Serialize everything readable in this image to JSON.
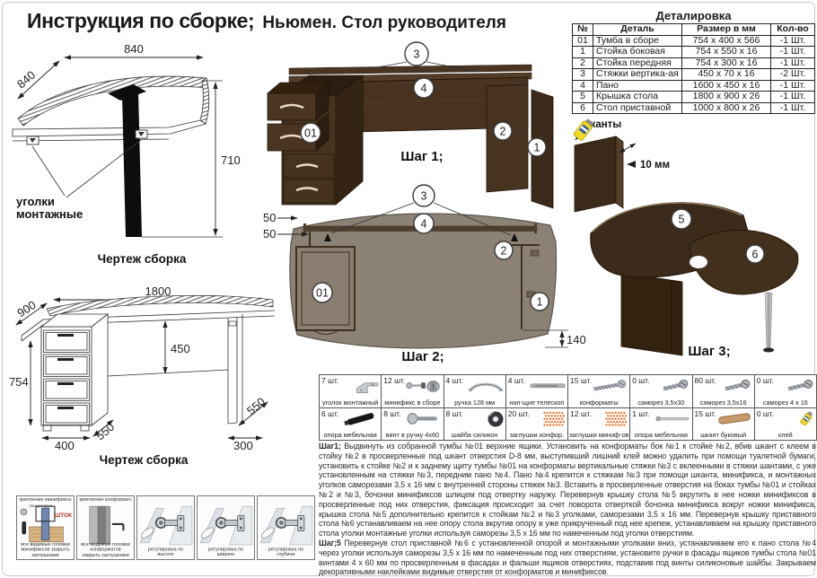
{
  "title": {
    "main": "Инструкция по сборке;",
    "sub": "Ньюмен. Стол руководителя"
  },
  "parts_table": {
    "title": "Деталировка",
    "headers": [
      "№",
      "Деталь",
      "Размер в мм",
      "Кол-во"
    ],
    "rows": [
      [
        "01",
        "Тумба в сборе",
        "754 x 400 x 566",
        "-1 Шт."
      ],
      [
        "1",
        "Стойка боковая",
        "754 x 550 x 16",
        "-1 Шт."
      ],
      [
        "2",
        "Стойка передняя",
        "754 x 300 x 16",
        "-1 Шт."
      ],
      [
        "3",
        "Стяжки вертика-ая",
        "450 x 70 x 16",
        "-2 Шт."
      ],
      [
        "4",
        "Пано",
        "1600 x 450 x 16",
        "-1 Шт."
      ],
      [
        "5",
        "Крышка стола",
        "1800 x 900 x 26",
        "-1 Шт."
      ],
      [
        "6",
        "Стол приставной",
        "1000 x 800 x 26",
        "-1 Шт."
      ]
    ]
  },
  "drawings": {
    "side": {
      "caption": "Чертеж сборка",
      "dim_width_top": "840",
      "dim_depth": "840",
      "dim_height": "710",
      "mount_label_line1": "уголки",
      "mount_label_line2": "монтажные"
    },
    "front": {
      "caption": "Чертеж сборка",
      "dim_length": "1800",
      "dim_depth": "900",
      "dim_panel_height": "450",
      "dim_height": "754",
      "dim_cabinet_width": "400",
      "dim_cabinet_depth": "550",
      "dim_leg_width": "300",
      "dim_side_depth": "550"
    }
  },
  "steps": {
    "step1": {
      "caption": "Шаг 1;",
      "callout_ties": "3",
      "callout_panel": "4",
      "callout_front_stand": "2",
      "callout_side_stand": "1",
      "callout_cabinet": "01"
    },
    "step2": {
      "caption": "Шаг 2;",
      "callout_ties": "3",
      "callout_panel": "4",
      "callout_front_stand": "2",
      "callout_side_stand": "1",
      "callout_cabinet": "01",
      "dim_offset_a": "50",
      "dim_offset_b": "50",
      "dim_overhang": "140"
    },
    "step3": {
      "caption": "Шаг 3;",
      "callout_desktop": "5",
      "callout_side_table": "6"
    }
  },
  "dowel_note": {
    "label": "шканты",
    "dim": "10 мм"
  },
  "hardware": {
    "rows": [
      [
        {
          "qty": "7 шт.",
          "label": "уголок монтажный",
          "icon": "bracket"
        },
        {
          "qty": "12 шт.",
          "label": "минификс в сборе",
          "icon": "minifix"
        },
        {
          "qty": "4 шт.",
          "label": "ручка 128 мм",
          "icon": "handle"
        },
        {
          "qty": "4 шт.",
          "label": "нап-щие телескоп",
          "icon": "slide"
        },
        {
          "qty": "15 шт.",
          "label": "конформаты",
          "icon": "confirmat"
        },
        {
          "qty": "0 шт.",
          "label": "саморез 3,5x30",
          "icon": "screw"
        },
        {
          "qty": "80 шт.",
          "label": "саморез 3,5x16",
          "icon": "screw"
        },
        {
          "qty": "0 шт.",
          "label": "саморез 4 x 16",
          "icon": "screw"
        }
      ],
      [
        {
          "qty": "6 шт.",
          "label": "опора мебельная",
          "icon": "foot"
        },
        {
          "qty": "8 шт.",
          "label": "винт в ручку 4x60",
          "icon": "bolt"
        },
        {
          "qty": "8 шт.",
          "label": "шайба силикон",
          "icon": "washer"
        },
        {
          "qty": "20 шт.",
          "label": "заглушки конфор.",
          "icon": "plugs"
        },
        {
          "qty": "12 шт.",
          "label": "заглушки миниф-ов",
          "icon": "plugs"
        },
        {
          "qty": "1 шт.",
          "label": "опора мебельная",
          "icon": "rod"
        },
        {
          "qty": "15 шт.",
          "label": "шкант буковый",
          "icon": "dowel"
        },
        {
          "qty": "0 шт.",
          "label": "клей",
          "icon": "glue"
        }
      ]
    ]
  },
  "instructions": {
    "step1_label": "Шаг1;",
    "step1_text": "Выдвинуть из собранной тумбы №01 верхние ящики. Установить на конформаты бок №1 к стойке №2, вбив шкант с клеем в стойку №2 в просверленные под шкант отверстия D-8 мм, выступивший лишний клей можно удалить при помощи туалетной бумаги, установить к стойке №2 и к заднему щиту тумбы №01 на конформаты вертикальные стяжки №3 с вклеенными в стяжки шантами, с уже установленным на стяжки №3, передним пано №4. Пано №4 крепится к стяжкам №3 при помощи шканта, минификса, и монтажных уголков саморезами 3,5 x 16 мм с внутренней стороны стяжек №3. Вставить в просверленные отверстия на боках тумбы №01 и стойках №2 и №3, бочонки минификсов шлицем под отвертку наружу. Перевернув крышку стола №5 вкрутить в нее ножки минификсов в просверленные под них отверстия, фиксация происходит за счет поворота отверткой бочонка минификса вокруг ножки минификса, крышка стола №5 дополнительно крепится к стойкам №2 и №3 уголками, саморезами 3,5 x 16 мм. Перевернув крышку приставного стола №6 устанавливаем на нее опору стола вкрутив опору в уже прикрученный под нее крепеж, устанавливаем на крышку приставного стола уголки монтажные уголки используя саморезы 3,5 x 16 мм по намеченным под уголки отверстиям.",
    "step5_label": "Шаг;5",
    "step5_text": "Перевернув стол приставной №6 с установленной опорой и монтажными уголками вниз, устанавливаем его к пано стола №4 через уголки используя саморезы 3,5 x 16 мм по намеченным под них отверстиям, установите ручки в фасады ящиков тумбы стола №01 винтами 4 x 60 мм по просверленным в фасадах и фальши ящиков отверстиях, подставив под винты силиконовые шайбы. Закрываем декоративными наклейками видимые отверстия от конформатов и минификсов."
  },
  "tips": {
    "panels": [
      {
        "heading": "крепление минификсами",
        "note": "ШТОК",
        "note2": "Эксцентрик",
        "caption": "все видимые головки минификсов закрыть заглушками",
        "art": "minifix_section"
      },
      {
        "heading": "крепление конформатами",
        "caption": "все видимые головки конформатов закрыть заглушками",
        "art": "confirmat_section"
      },
      {
        "caption": "регулировка по высоте",
        "art": "hinge"
      },
      {
        "caption": "регулировка по ширине",
        "art": "hinge"
      },
      {
        "caption": "регулировка по глубине",
        "art": "hinge"
      }
    ]
  },
  "colors": {
    "wood_dark": "#3c2b1a",
    "wood_mid": "#4a3524",
    "desk_topview": "#8c8175",
    "plug_orange": "#e5803a",
    "glue_yellow": "#f2da1e",
    "callout_stroke": "#3a3a3a"
  }
}
